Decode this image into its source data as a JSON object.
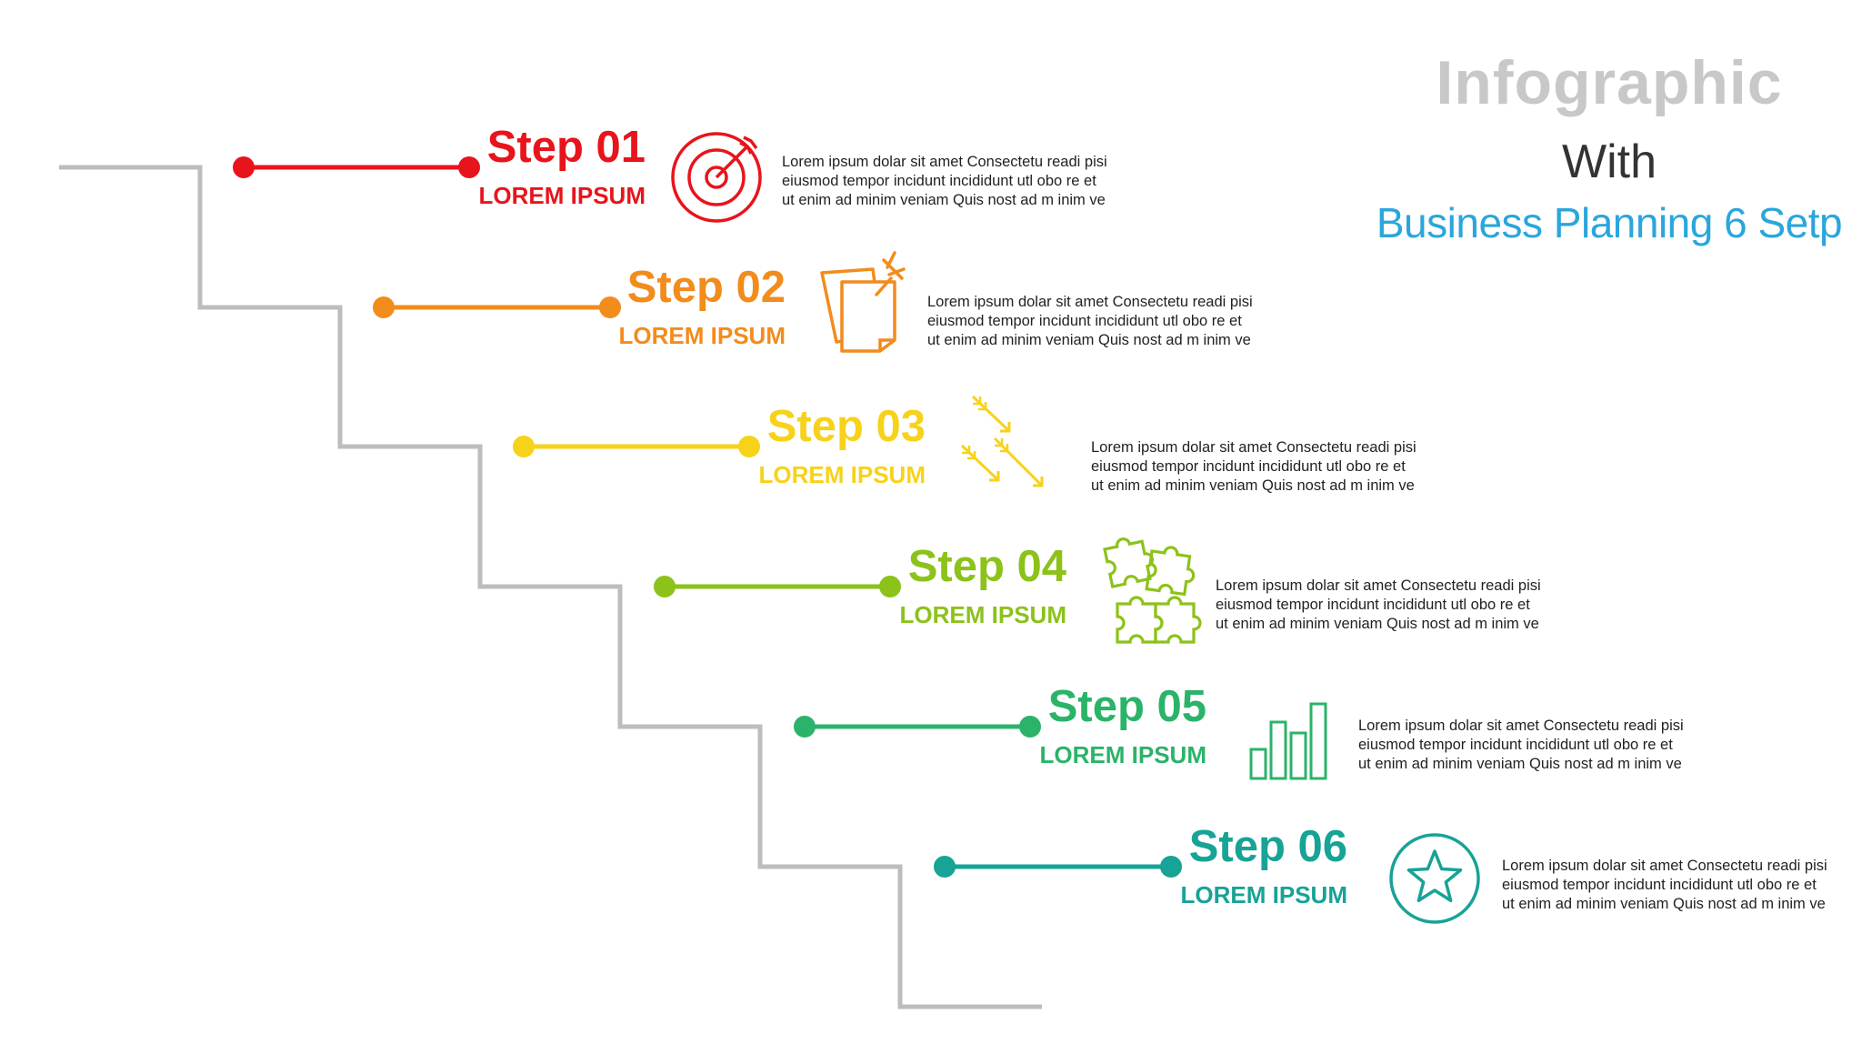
{
  "header": {
    "title": "Infographic",
    "with": "With",
    "subtitle": "Business Planning 6 Setp"
  },
  "colors": {
    "staircase": "#bdbdbd",
    "title": "#c8c8c8",
    "subtitle": "#2aa6dc"
  },
  "steps": [
    {
      "title": "Step 01",
      "label": "LOREM IPSUM",
      "icon": "target-icon",
      "color": "#e8141c",
      "text": [
        "Lorem ipsum dolar sit amet Consectetu readi pisi",
        "eiusmod tempor incidunt incididunt utl obo re et",
        "ut enim ad minim veniam Quis nost ad m inim ve"
      ]
    },
    {
      "title": "Step 02",
      "label": "LOREM IPSUM",
      "icon": "documents-pin-icon",
      "color": "#f28c1c",
      "text": [
        "Lorem ipsum dolar sit amet Consectetu readi pisi",
        "eiusmod tempor incidunt incididunt utl obo re et",
        "ut enim ad minim veniam Quis nost ad m inim ve"
      ]
    },
    {
      "title": "Step 03",
      "label": "LOREM IPSUM",
      "icon": "arrows-icon",
      "color": "#f7d21a",
      "text": [
        "Lorem ipsum dolar sit amet Consectetu readi pisi",
        "eiusmod tempor incidunt incididunt utl obo re et",
        "ut enim ad minim veniam Quis nost ad m inim ve"
      ]
    },
    {
      "title": "Step 04",
      "label": "LOREM IPSUM",
      "icon": "puzzle-icon",
      "color": "#8cc21a",
      "text": [
        "Lorem ipsum dolar sit amet Consectetu readi pisi",
        "eiusmod tempor incidunt incididunt utl obo re et",
        "ut enim ad minim veniam Quis nost ad m inim ve"
      ]
    },
    {
      "title": "Step 05",
      "label": "LOREM IPSUM",
      "icon": "bar-chart-icon",
      "color": "#2bb36a",
      "text": [
        "Lorem ipsum dolar sit amet Consectetu readi pisi",
        "eiusmod tempor incidunt incididunt utl obo re et",
        "ut enim ad minim veniam Quis nost ad m inim ve"
      ]
    },
    {
      "title": "Step 06",
      "label": "LOREM IPSUM",
      "icon": "star-icon",
      "color": "#17a396",
      "text": [
        "Lorem ipsum dolar sit amet Consectetu readi pisi",
        "eiusmod tempor incidunt incididunt utl obo re et",
        "ut enim ad minim veniam Quis nost ad m inim ve"
      ]
    }
  ]
}
